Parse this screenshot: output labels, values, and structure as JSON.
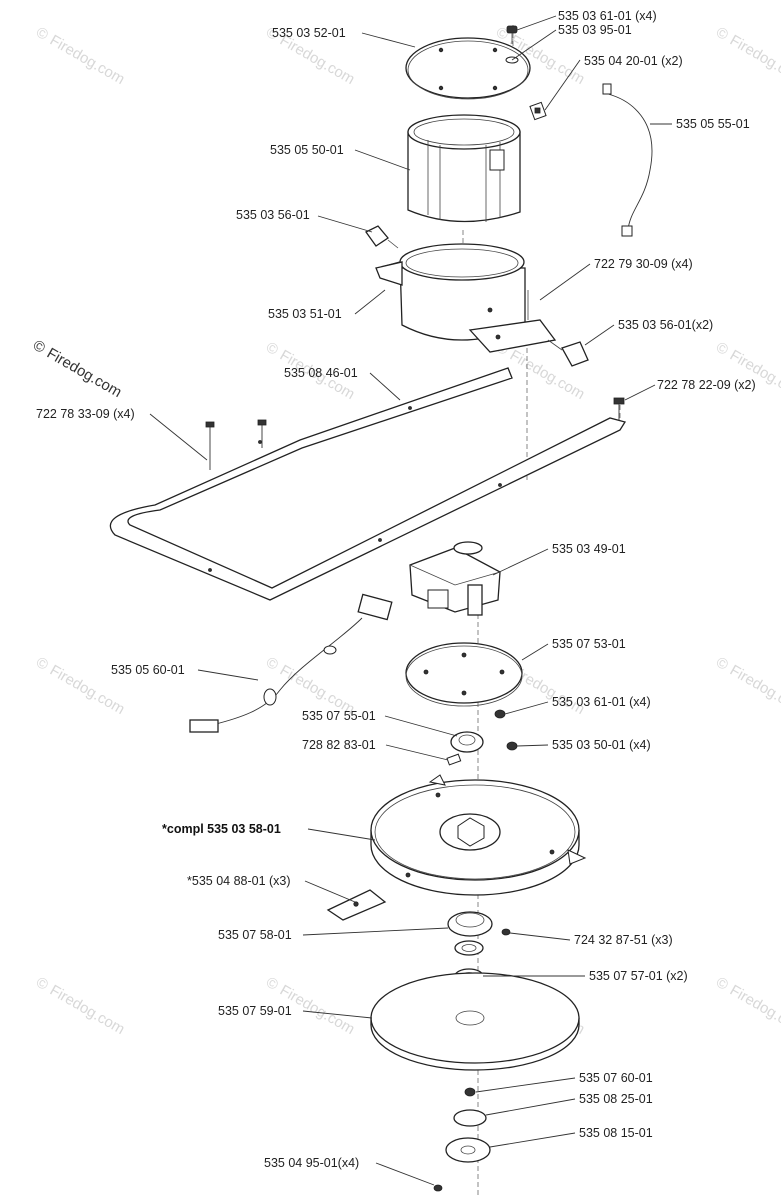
{
  "labels": {
    "l1": "535 03 61-01 (x4)",
    "l2": "535 03 95-01",
    "l3": "535 03 52-01",
    "l4": "535 04 20-01 (x2)",
    "l5": "535 05 55-01",
    "l6": "535 05 50-01",
    "l7": "535 03 56-01",
    "l8": "722 79 30-09 (x4)",
    "l9": "535 03 51-01",
    "l10": "535 03 56-01(x2)",
    "l11": "535 08 46-01",
    "l12": "722 78 22-09 (x2)",
    "l13": "722 78 33-09 (x4)",
    "l14": "535 03 49-01",
    "l15": "535 07 53-01",
    "l16": "535 05 60-01",
    "l17": "535 03 61-01 (x4)",
    "l18": "535 07 55-01",
    "l19": "535 03 50-01 (x4)",
    "l20": "728 82 83-01",
    "l21": "*compl 535 03 58-01",
    "l22": "*535 04 88-01 (x3)",
    "l23": "535 07 58-01",
    "l24": "724 32 87-51 (x3)",
    "l25": "535 07 57-01 (x2)",
    "l26": "535 07 59-01",
    "l27": "535 07 60-01",
    "l28": "535 08 25-01",
    "l29": "535 08 15-01",
    "l30": "535 04 95-01(x4)"
  },
  "watermark": {
    "copyright": "©",
    "text": "Firedog.com"
  }
}
